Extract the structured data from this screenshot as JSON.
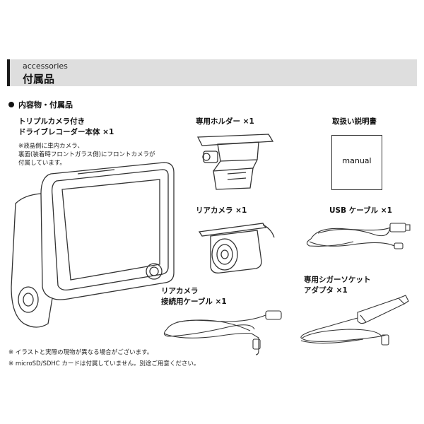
{
  "header": {
    "subtitle": "accessories",
    "title": "付属品"
  },
  "section": {
    "label": "内容物・付属品"
  },
  "items": {
    "dashcam": {
      "label_line1": "トリプルカメラ付き",
      "label_line2": "ドライブレコーダー本体 ×1",
      "note_line1": "※液晶側に車内カメラ、",
      "note_line2": "裏面(装着時フロントガラス側)にフロントカメラが",
      "note_line3": "付属しています。"
    },
    "holder": {
      "label": "専用ホルダー ×1"
    },
    "manual": {
      "label": "取扱い説明書",
      "cover_text": "manual"
    },
    "rear_camera": {
      "label": "リアカメラ ×1"
    },
    "usb_cable": {
      "label": "USB ケーブル ×1"
    },
    "rear_cable": {
      "label_line1": "リアカメラ",
      "label_line2": "接続用ケーブル ×1"
    },
    "cigar_adapter": {
      "label_line1": "専用シガーソケット",
      "label_line2": "アダプタ ×1"
    }
  },
  "footnotes": {
    "line1": "※ イラストと実際の現物が異なる場合がございます。",
    "line2": "※ microSD/SDHC カードは付属していません。別途ご用意ください。"
  }
}
